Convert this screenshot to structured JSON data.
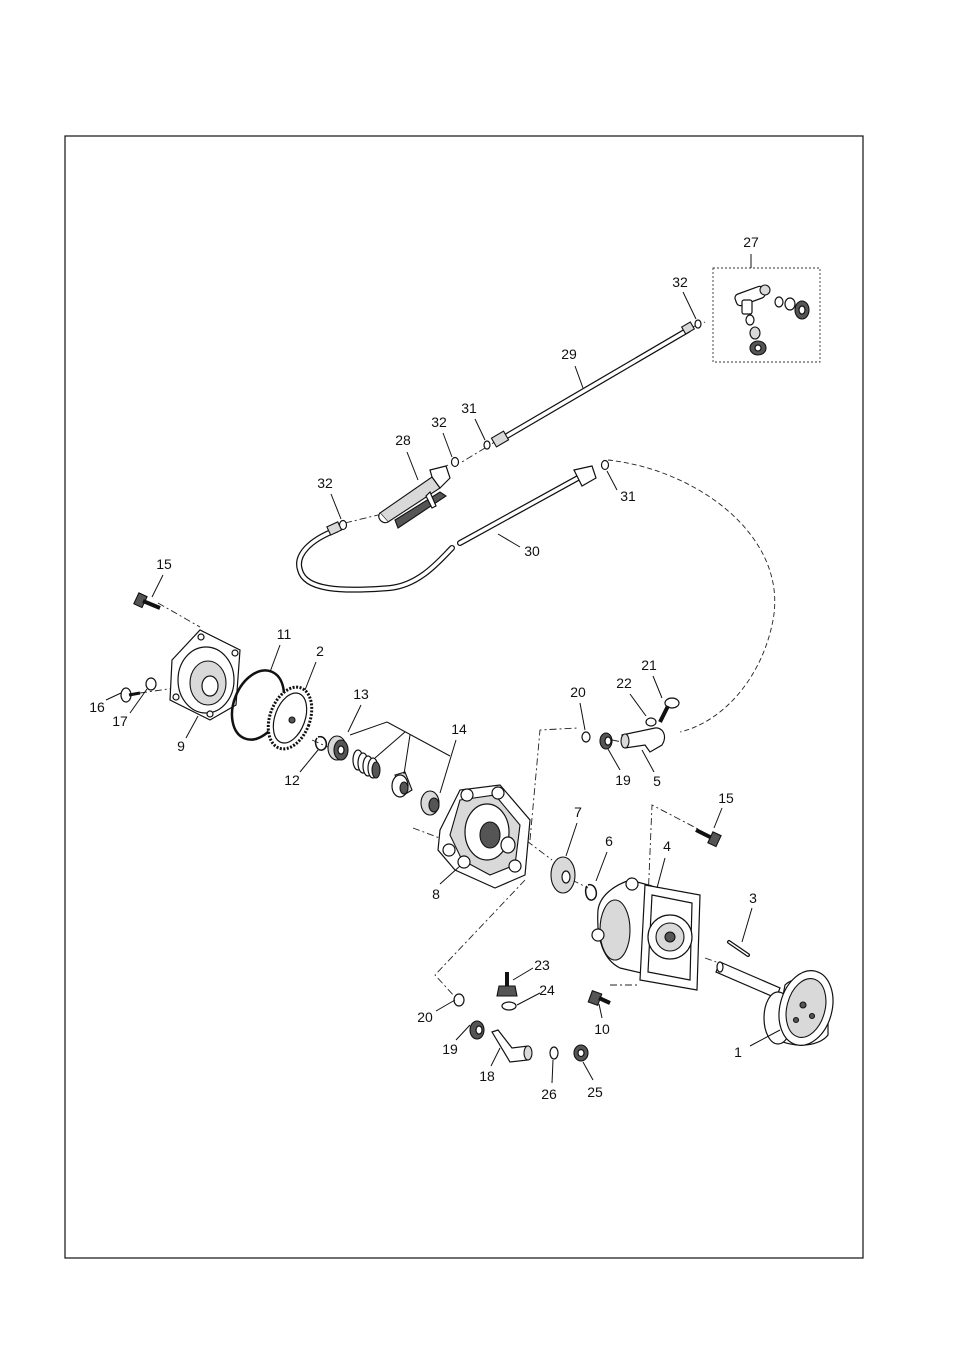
{
  "diagram": {
    "labels": [
      "27",
      "32",
      "29",
      "31",
      "32",
      "28",
      "32",
      "31",
      "30",
      "15",
      "11",
      "2",
      "21",
      "22",
      "20",
      "13",
      "16",
      "17",
      "14",
      "9",
      "12",
      "19",
      "5",
      "15",
      "7",
      "6",
      "4",
      "8",
      "3",
      "23",
      "24",
      "20",
      "10",
      "19",
      "1",
      "18",
      "26",
      "25"
    ]
  }
}
